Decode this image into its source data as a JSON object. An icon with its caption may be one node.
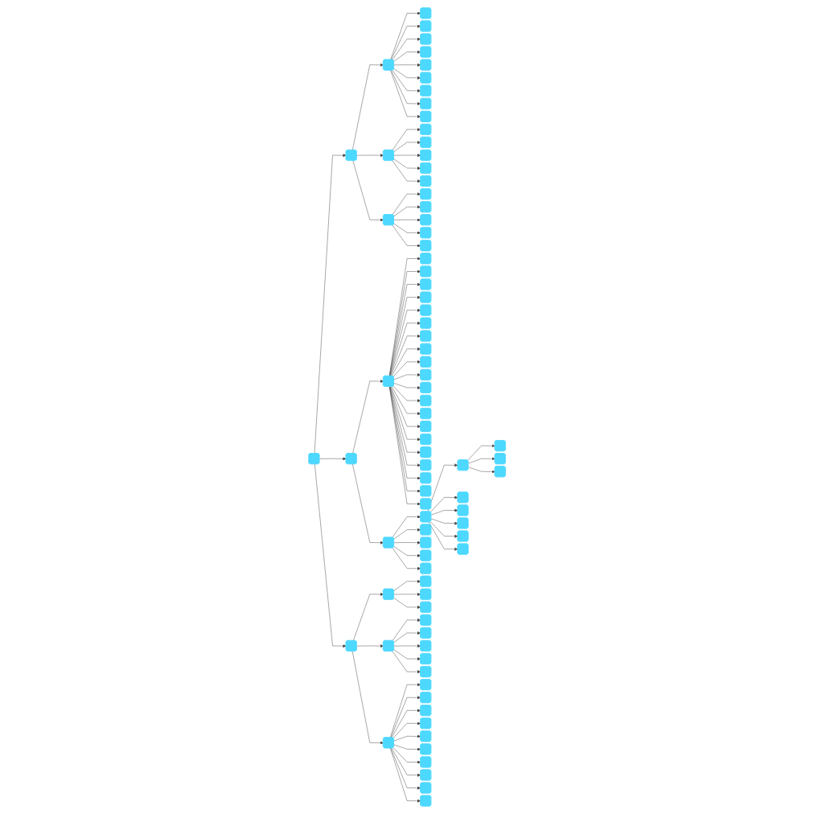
{
  "diagram": {
    "nodes": [
      {
        "text": [],
        "shape": "box"
      },
      {
        "text": [],
        "shape": "box"
      },
      {
        "text": [],
        "shape": "box"
      },
      {
        "text": [],
        "shape": "box"
      },
      {
        "text": [],
        "shape": "box"
      },
      {
        "text": [],
        "shape": "box"
      },
      {
        "text": [],
        "shape": "box"
      },
      {
        "text": [],
        "shape": "box"
      },
      {
        "text": [],
        "shape": "box"
      },
      {
        "text": [],
        "shape": "box"
      },
      {
        "text": [],
        "shape": "box"
      },
      {
        "text": [],
        "shape": "box"
      },
      {
        "text": [],
        "shape": "box"
      },
      {
        "text": [],
        "shape": "box"
      },
      {
        "text": [],
        "shape": "box"
      },
      {
        "text": [],
        "shape": "box"
      },
      {
        "text": [],
        "shape": "box"
      },
      {
        "text": [],
        "shape": "box"
      },
      {
        "text": [],
        "shape": "box"
      },
      {
        "text": [],
        "shape": "box"
      },
      {
        "text": [],
        "shape": "box"
      },
      {
        "text": [],
        "shape": "box"
      },
      {
        "text": [],
        "shape": "box"
      },
      {
        "text": [],
        "shape": "box"
      },
      {
        "text": [],
        "shape": "box"
      },
      {
        "text": [],
        "shape": "box"
      },
      {
        "text": [],
        "shape": "box"
      },
      {
        "text": [],
        "shape": "box"
      },
      {
        "text": [],
        "shape": "box"
      },
      {
        "text": [],
        "shape": "box"
      },
      {
        "text": [],
        "shape": "box"
      },
      {
        "text": [],
        "shape": "box"
      },
      {
        "text": [],
        "shape": "box"
      },
      {
        "text": [],
        "shape": "box"
      },
      {
        "text": [],
        "shape": "box"
      },
      {
        "text": [],
        "shape": "box"
      },
      {
        "text": [],
        "shape": "box"
      },
      {
        "text": [],
        "shape": "box"
      },
      {
        "text": [],
        "shape": "box"
      },
      {
        "text": [],
        "shape": "box"
      },
      {
        "text": [],
        "shape": "box"
      },
      {
        "text": [],
        "shape": "box"
      },
      {
        "text": [],
        "shape": "box"
      },
      {
        "text": [],
        "shape": "box"
      },
      {
        "text": [],
        "shape": "box"
      },
      {
        "text": [],
        "shape": "box"
      },
      {
        "text": [],
        "shape": "box"
      },
      {
        "text": [],
        "shape": "box"
      },
      {
        "text": [],
        "shape": "box"
      },
      {
        "text": [],
        "shape": "box"
      },
      {
        "text": [],
        "shape": "box"
      },
      {
        "text": [],
        "shape": "box"
      },
      {
        "text": [],
        "shape": "box"
      },
      {
        "text": [],
        "shape": "box"
      },
      {
        "text": [],
        "shape": "box"
      },
      {
        "text": [],
        "shape": "box"
      },
      {
        "text": [],
        "shape": "box"
      },
      {
        "text": [],
        "shape": "box"
      },
      {
        "text": [],
        "shape": "box"
      },
      {
        "text": [],
        "shape": "box"
      },
      {
        "text": [],
        "shape": "box"
      },
      {
        "text": [],
        "shape": "box"
      },
      {
        "text": [],
        "shape": "box"
      },
      {
        "text": [],
        "shape": "box"
      },
      {
        "text": [],
        "shape": "box"
      },
      {
        "text": [],
        "shape": "box"
      },
      {
        "text": [],
        "shape": "box"
      },
      {
        "text": [],
        "shape": "box"
      },
      {
        "text": [],
        "shape": "box"
      },
      {
        "text": [],
        "shape": "box"
      },
      {
        "text": [],
        "shape": "box"
      },
      {
        "text": [],
        "shape": "box"
      },
      {
        "text": [],
        "shape": "box"
      },
      {
        "text": [],
        "shape": "box"
      },
      {
        "text": [],
        "shape": "box"
      },
      {
        "text": [],
        "shape": "box"
      },
      {
        "text": [],
        "shape": "box"
      },
      {
        "text": [],
        "shape": "box"
      },
      {
        "text": [],
        "shape": "box"
      },
      {
        "text": [],
        "shape": "box"
      },
      {
        "text": [],
        "shape": "box"
      },
      {
        "text": [],
        "shape": "box"
      },
      {
        "text": [],
        "shape": "box"
      }
    ],
    "edges": [
      {
        "from": 0,
        "to": 1,
        "arrow": "to"
      },
      {
        "from": 0,
        "to": 2,
        "arrow": "to"
      },
      {
        "from": 0,
        "to": 3,
        "arrow": "to"
      },
      {
        "from": 1,
        "to": 4,
        "arrow": "to"
      },
      {
        "from": 1,
        "to": 5,
        "arrow": "to"
      },
      {
        "from": 1,
        "to": 6,
        "arrow": "to"
      },
      {
        "from": 2,
        "to": 7,
        "arrow": "to"
      },
      {
        "from": 2,
        "to": 8,
        "arrow": "to"
      },
      {
        "from": 3,
        "to": 9,
        "arrow": "to"
      },
      {
        "from": 3,
        "to": 10,
        "arrow": "to"
      },
      {
        "from": 3,
        "to": 11,
        "arrow": "to"
      },
      {
        "from": 8,
        "to": 12,
        "arrow": "to"
      },
      {
        "from": 12,
        "to": 13,
        "arrow": "to"
      },
      {
        "from": 4,
        "to": 14,
        "arrow": "to"
      },
      {
        "from": 4,
        "to": 15,
        "arrow": "to"
      },
      {
        "from": 4,
        "to": 16,
        "arrow": "to"
      },
      {
        "from": 4,
        "to": 17,
        "arrow": "to"
      },
      {
        "from": 4,
        "to": 18,
        "arrow": "to"
      },
      {
        "from": 4,
        "to": 19,
        "arrow": "to"
      },
      {
        "from": 4,
        "to": 20,
        "arrow": "to"
      },
      {
        "from": 4,
        "to": 21,
        "arrow": "to"
      },
      {
        "from": 4,
        "to": 22,
        "arrow": "to"
      },
      {
        "from": 5,
        "to": 23,
        "arrow": "to"
      },
      {
        "from": 5,
        "to": 24,
        "arrow": "to"
      },
      {
        "from": 5,
        "to": 25,
        "arrow": "to"
      },
      {
        "from": 5,
        "to": 26,
        "arrow": "to"
      },
      {
        "from": 5,
        "to": 27,
        "arrow": "to"
      },
      {
        "from": 6,
        "to": 28,
        "arrow": "to"
      },
      {
        "from": 6,
        "to": 29,
        "arrow": "to"
      },
      {
        "from": 6,
        "to": 30,
        "arrow": "to"
      },
      {
        "from": 6,
        "to": 31,
        "arrow": "to"
      },
      {
        "from": 6,
        "to": 32,
        "arrow": "to"
      },
      {
        "from": 7,
        "to": 33,
        "arrow": "to"
      },
      {
        "from": 7,
        "to": 34,
        "arrow": "to"
      },
      {
        "from": 7,
        "to": 35,
        "arrow": "to"
      },
      {
        "from": 7,
        "to": 36,
        "arrow": "to"
      },
      {
        "from": 7,
        "to": 37,
        "arrow": "to"
      },
      {
        "from": 7,
        "to": 38,
        "arrow": "to"
      },
      {
        "from": 7,
        "to": 39,
        "arrow": "to"
      },
      {
        "from": 7,
        "to": 40,
        "arrow": "to"
      },
      {
        "from": 7,
        "to": 41,
        "arrow": "to"
      },
      {
        "from": 7,
        "to": 42,
        "arrow": "to"
      },
      {
        "from": 7,
        "to": 43,
        "arrow": "to"
      },
      {
        "from": 7,
        "to": 44,
        "arrow": "to"
      },
      {
        "from": 7,
        "to": 45,
        "arrow": "to"
      },
      {
        "from": 7,
        "to": 46,
        "arrow": "to"
      },
      {
        "from": 7,
        "to": 47,
        "arrow": "to"
      },
      {
        "from": 7,
        "to": 48,
        "arrow": "to"
      },
      {
        "from": 7,
        "to": 49,
        "arrow": "to"
      },
      {
        "from": 7,
        "to": 50,
        "arrow": "to"
      },
      {
        "from": 7,
        "to": 51,
        "arrow": "to"
      },
      {
        "from": 7,
        "to": 52,
        "arrow": "to"
      },
      {
        "from": 8,
        "to": 53,
        "arrow": "to"
      },
      {
        "from": 8,
        "to": 54,
        "arrow": "to"
      },
      {
        "from": 8,
        "to": 55,
        "arrow": "to"
      },
      {
        "from": 8,
        "to": 56,
        "arrow": "to"
      },
      {
        "from": 12,
        "to": 57,
        "arrow": "to"
      },
      {
        "from": 12,
        "to": 58,
        "arrow": "to"
      },
      {
        "from": 12,
        "to": 59,
        "arrow": "to"
      },
      {
        "from": 12,
        "to": 60,
        "arrow": "to"
      },
      {
        "from": 12,
        "to": 61,
        "arrow": "to"
      },
      {
        "from": 13,
        "to": 62,
        "arrow": "to"
      },
      {
        "from": 13,
        "to": 63,
        "arrow": "to"
      },
      {
        "from": 13,
        "to": 64,
        "arrow": "to"
      },
      {
        "from": 9,
        "to": 65,
        "arrow": "to"
      },
      {
        "from": 9,
        "to": 66,
        "arrow": "to"
      },
      {
        "from": 9,
        "to": 67,
        "arrow": "to"
      },
      {
        "from": 10,
        "to": 68,
        "arrow": "to"
      },
      {
        "from": 10,
        "to": 69,
        "arrow": "to"
      },
      {
        "from": 10,
        "to": 70,
        "arrow": "to"
      },
      {
        "from": 10,
        "to": 71,
        "arrow": "to"
      },
      {
        "from": 10,
        "to": 72,
        "arrow": "to"
      },
      {
        "from": 11,
        "to": 73,
        "arrow": "to"
      },
      {
        "from": 11,
        "to": 74,
        "arrow": "to"
      },
      {
        "from": 11,
        "to": 75,
        "arrow": "to"
      },
      {
        "from": 11,
        "to": 76,
        "arrow": "to"
      },
      {
        "from": 11,
        "to": 77,
        "arrow": "to"
      },
      {
        "from": 11,
        "to": 78,
        "arrow": "to"
      },
      {
        "from": 11,
        "to": 79,
        "arrow": "to"
      },
      {
        "from": 11,
        "to": 80,
        "arrow": "to"
      },
      {
        "from": 11,
        "to": 81,
        "arrow": "to"
      },
      {
        "from": 11,
        "to": 82,
        "arrow": "to"
      }
    ]
  }
}
